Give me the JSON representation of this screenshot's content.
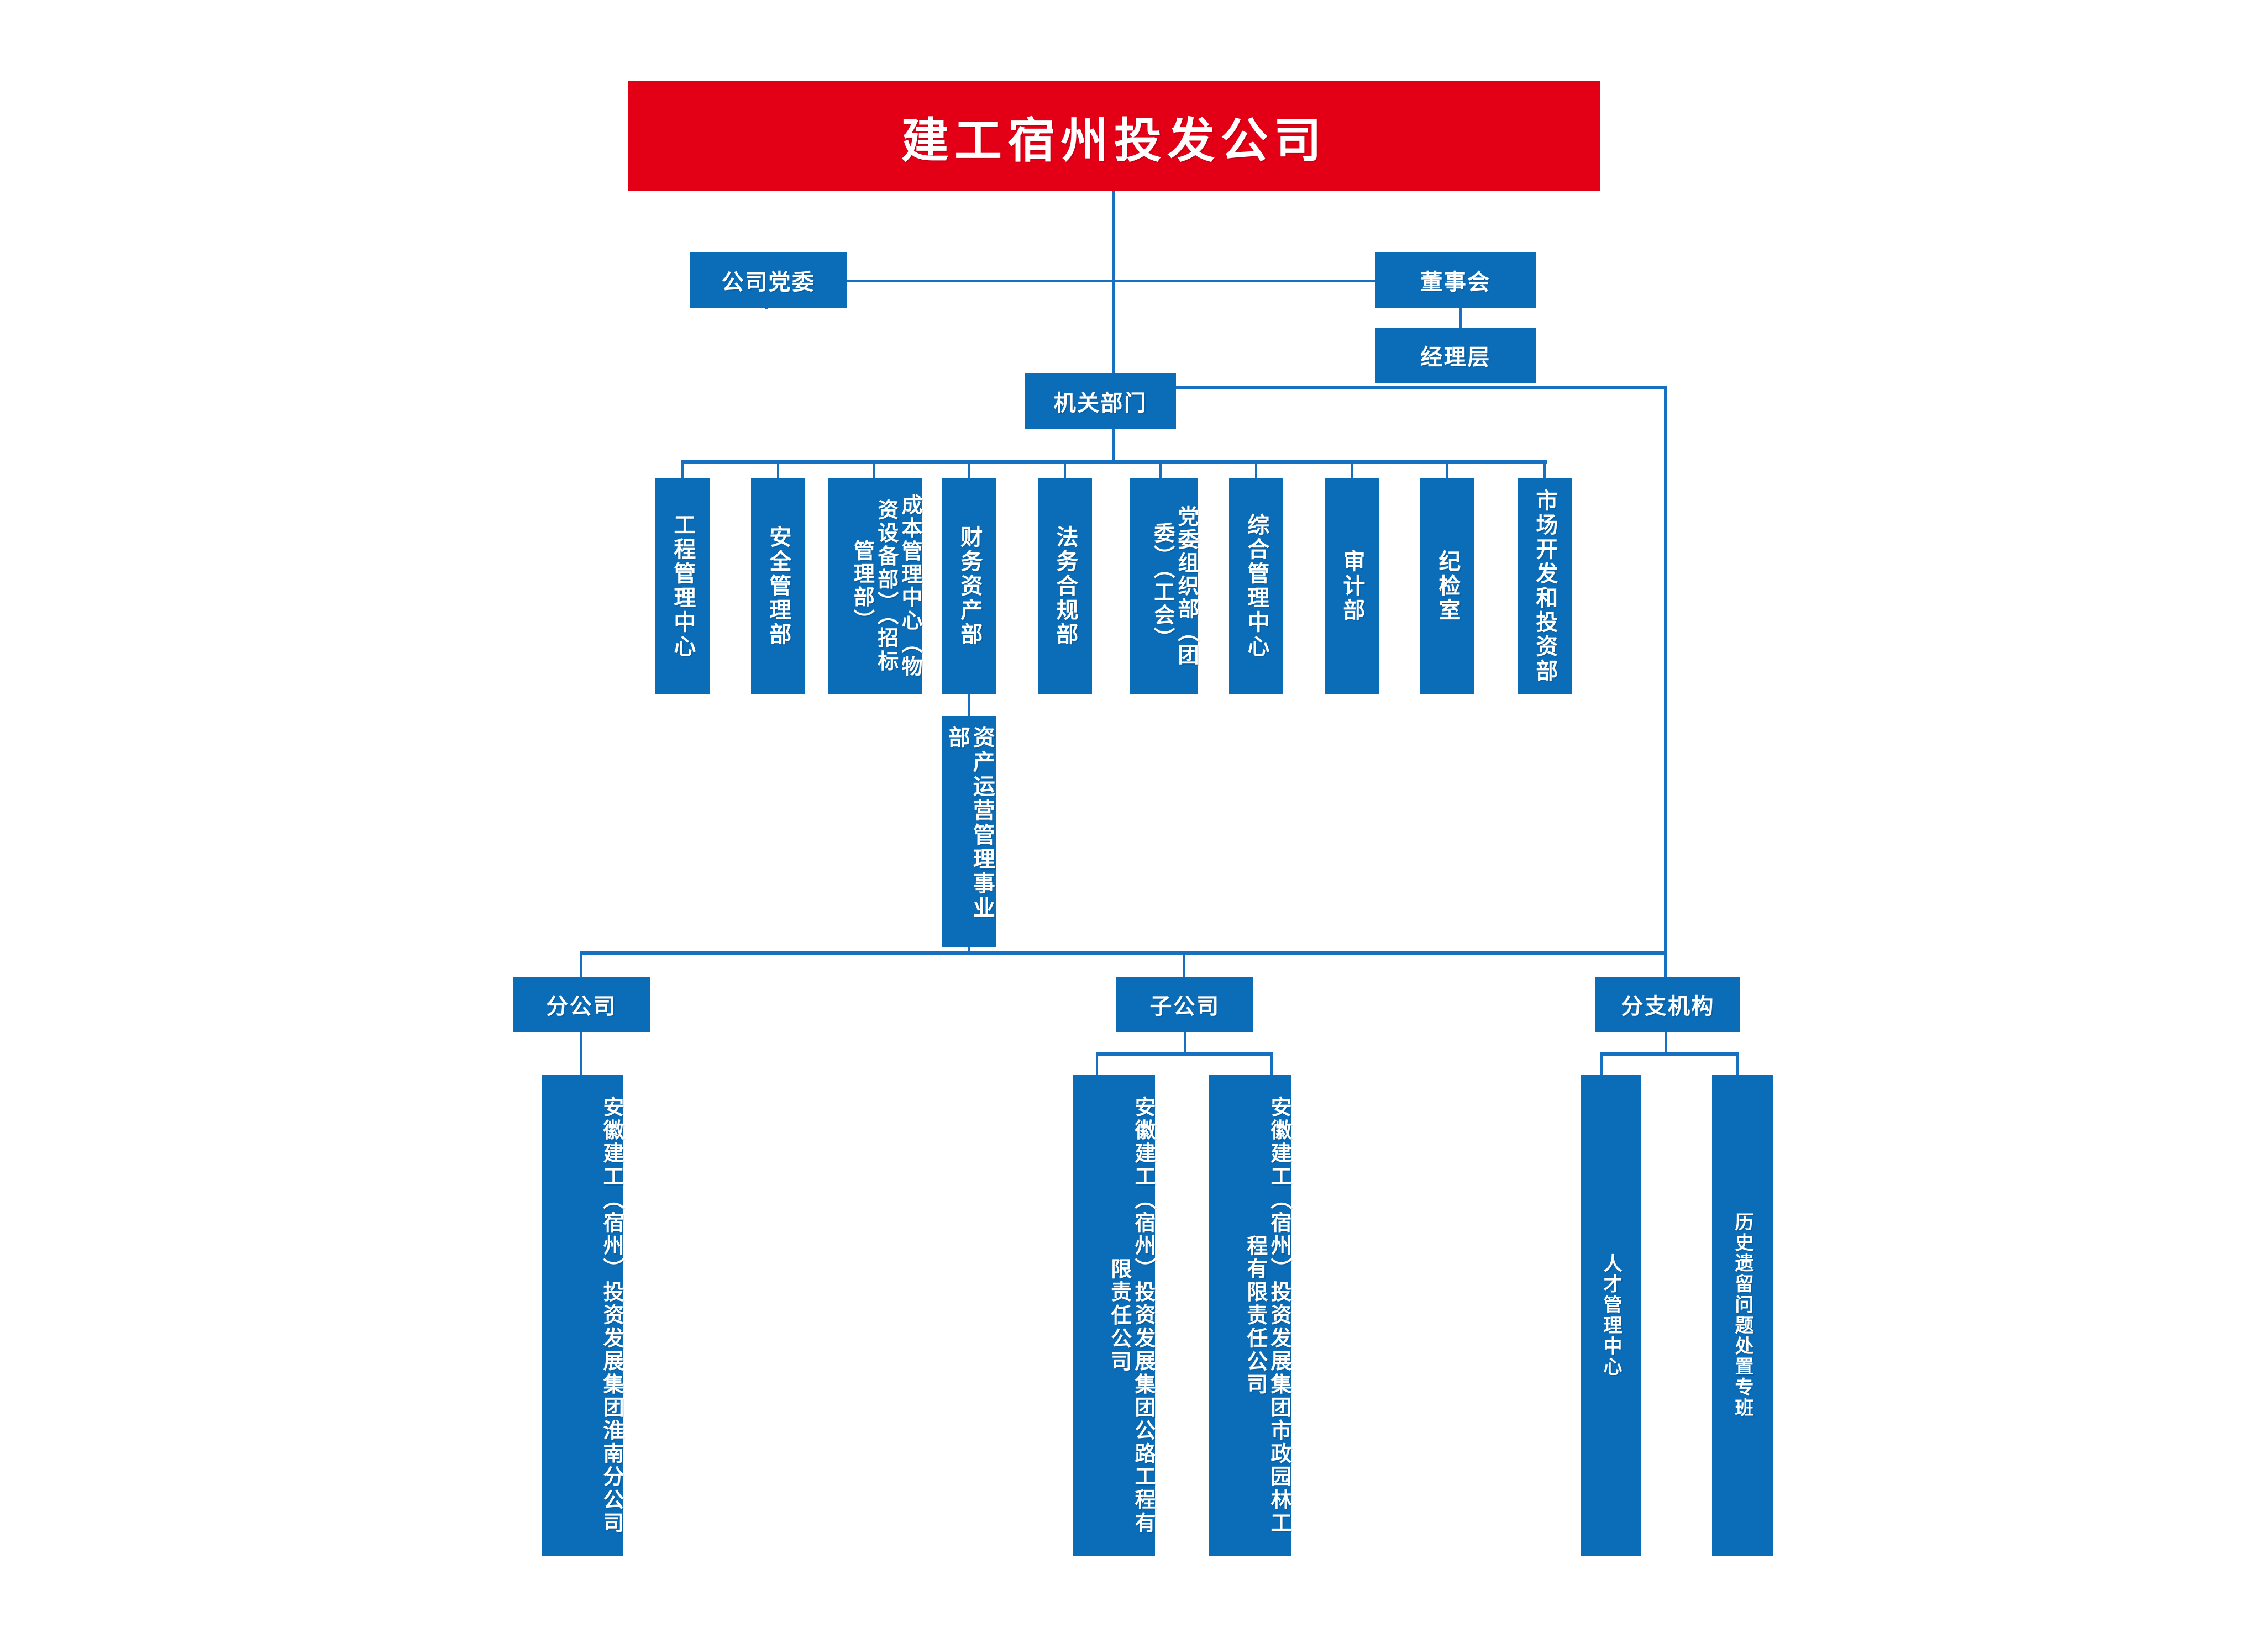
{
  "colors": {
    "root_banner": "#E30016",
    "box_blue": "#0B6CB8",
    "connector": "#1770C0",
    "text": "#FFFFFF"
  },
  "root": {
    "label": "建工宿州投发公司"
  },
  "governance": {
    "party_committee": "公司党委",
    "board": "董事会",
    "management": "经理层"
  },
  "functional_header": {
    "label": "机关部门"
  },
  "departments": [
    {
      "label": "工程管理中心"
    },
    {
      "label": "安全管理部"
    },
    {
      "label": "成本管理中心（物资设备部）（招标管理部）"
    },
    {
      "label": "财务资产部"
    },
    {
      "label": "法务合规部"
    },
    {
      "label": "党委组织部（团委）（工会）"
    },
    {
      "label": "综合管理中心"
    },
    {
      "label": "审计部"
    },
    {
      "label": "纪检室"
    },
    {
      "label": "市场开发和投资部"
    }
  ],
  "business_unit": {
    "label": "资产运营管理事业部"
  },
  "groups": [
    {
      "label": "分公司",
      "children": [
        {
          "label": "安徽建工（宿州）投资发展集团淮南分公司"
        }
      ]
    },
    {
      "label": "子公司",
      "children": [
        {
          "label": "安徽建工（宿州）投资发展集团公路工程有限责任公司"
        },
        {
          "label": "安徽建工（宿州）投资发展集团市政园林工程有限责任公司"
        }
      ]
    },
    {
      "label": "分支机构",
      "children": [
        {
          "label": "人才管理中心"
        },
        {
          "label": "历史遗留问题处置专班"
        }
      ]
    }
  ]
}
